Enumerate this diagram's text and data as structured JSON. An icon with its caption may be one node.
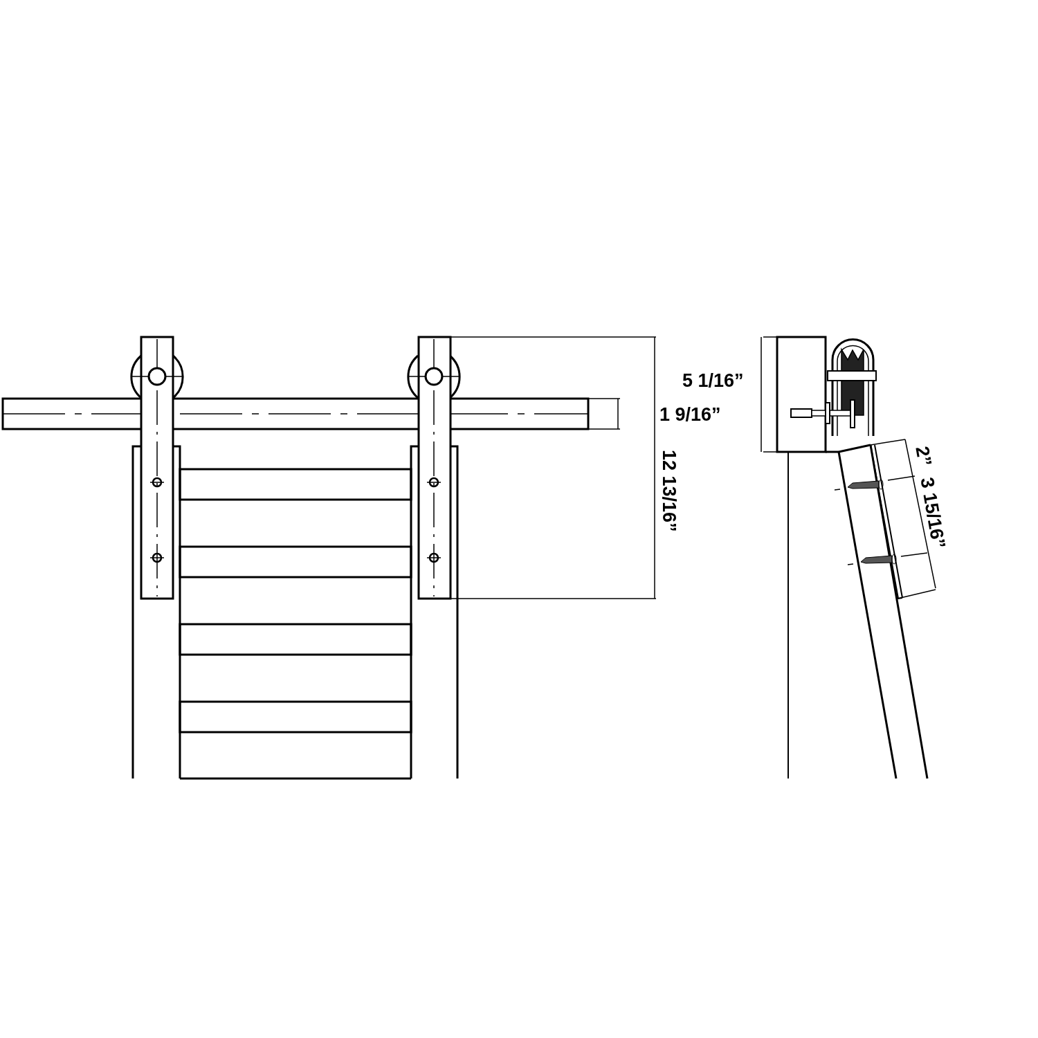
{
  "diagram": {
    "labels": [
      "5 1/16”",
      "1 9/16”",
      "12 13/16”",
      "2”",
      "3 15/16”"
    ]
  }
}
